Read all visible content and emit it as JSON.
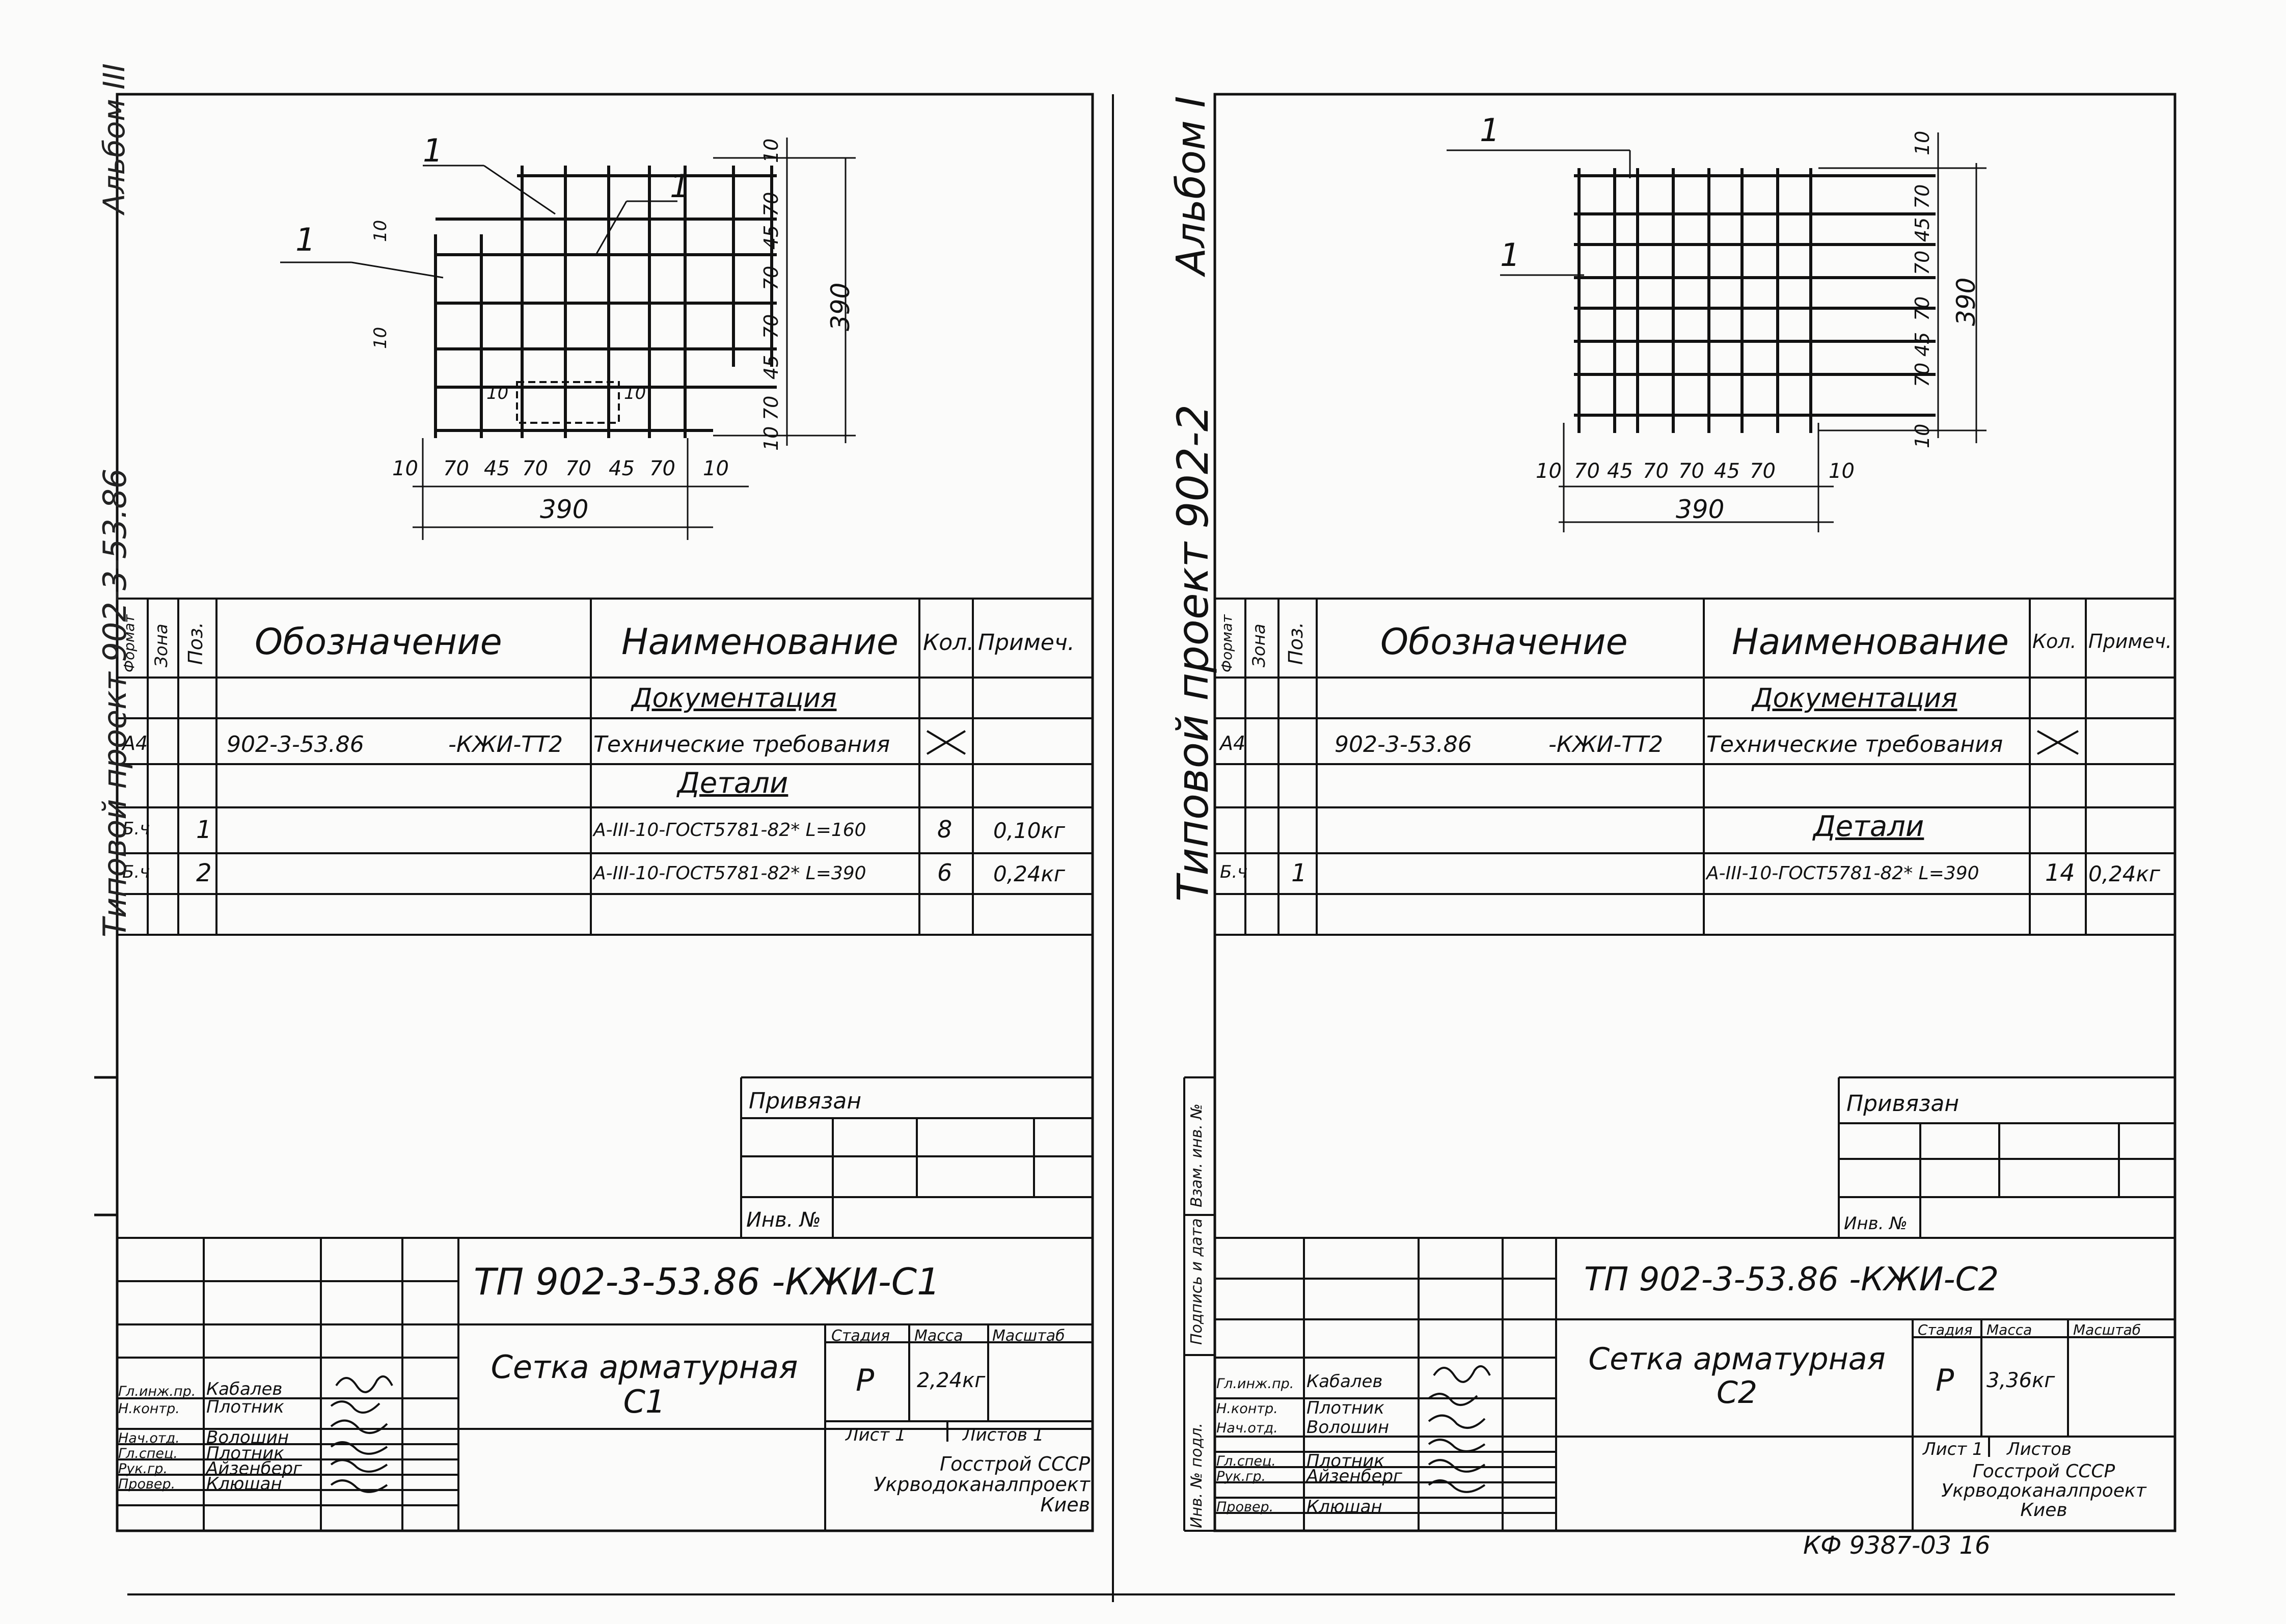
{
  "vertical_title": "Типовой проект 902-2",
  "album": "Альбом I",
  "left_margin_title": "Типовой проект 902-3-53.86",
  "left_margin_album": "Альбом III",
  "side_stamp": {
    "inv_podl": "Инв. № подл.",
    "podpis_data": "Подпись и дата",
    "vzam_inv": "Взам. инв. №"
  },
  "sheet_code": "КФ 9387-03  16",
  "sheets": [
    {
      "mark_1a": "1",
      "mark_1b": "1",
      "mark_1c": "1",
      "dims_h": [
        "10",
        "70",
        "45",
        "70",
        "70",
        "45",
        "70",
        "10"
      ],
      "dims_v": [
        "10",
        "70",
        "45",
        "70",
        "70",
        "45",
        "70",
        "10"
      ],
      "small_10": [
        "10",
        "10",
        "10",
        "10"
      ],
      "overall_h": "390",
      "overall_v": "390",
      "headers": {
        "format": "Формат",
        "zona": "Зона",
        "poz": "Поз.",
        "oboznachenie": "Обозначение",
        "naimenovanie": "Наименование",
        "kol": "Кол.",
        "primech": "Примеч."
      },
      "section_doc": "Документация",
      "doc_row": {
        "format": "А4",
        "code": "902-3-53.86",
        "suffix": "-КЖИ-ТТ2",
        "name": "Технические требования",
        "kol": "✕"
      },
      "section_det": "Детали",
      "rows": [
        {
          "format": "Б.ч",
          "poz": "1",
          "name": "А-III-10-ГОСТ5781-82* L=160",
          "kol": "8",
          "primech": "0,10кг"
        },
        {
          "format": "Б.ч",
          "poz": "2",
          "name": "А-III-10-ГОСТ5781-82* L=390",
          "kol": "6",
          "primech": "0,24кг"
        }
      ],
      "privyazan": "Привязан",
      "inv_no": "Инв. №",
      "doc_code": "ТП 902-3-53.86   -КЖИ-С1",
      "item_name": "Сетка арматурная С1",
      "stadiya_h": "Стадия",
      "massa_h": "Масса",
      "masshtab_h": "Масштаб",
      "stadiya": "Р",
      "massa": "2,24кг",
      "list": "Лист 1",
      "listov": "Листов 1",
      "org": "Госстрой СССР Укрводоканалпроект Киев",
      "staff": [
        {
          "role": "Гл.инж.пр.",
          "name": "Кабалев"
        },
        {
          "role": "Н.контр.",
          "name": "Плотник"
        },
        {
          "role": "Нач.отд.",
          "name": "Волошин"
        },
        {
          "role": "Гл.спец.",
          "name": "Плотник"
        },
        {
          "role": "Рук.гр.",
          "name": "Айзенберг"
        },
        {
          "role": "Провер.",
          "name": "Клюшан"
        }
      ]
    },
    {
      "mark_1a": "1",
      "mark_1b": "1",
      "dims_h": [
        "10",
        "70",
        "45",
        "70",
        "70",
        "45",
        "70",
        "10"
      ],
      "dims_v": [
        "10",
        "70",
        "45",
        "70",
        "70",
        "45",
        "70",
        "10"
      ],
      "overall_h": "390",
      "overall_v": "390",
      "headers": {
        "format": "Формат",
        "zona": "Зона",
        "poz": "Поз.",
        "oboznachenie": "Обозначение",
        "naimenovanie": "Наименование",
        "kol": "Кол.",
        "primech": "Примеч."
      },
      "section_doc": "Документация",
      "doc_row": {
        "format": "А4",
        "code": "902-3-53.86",
        "suffix": "-КЖИ-ТТ2",
        "name": "Технические требования",
        "kol": "✕"
      },
      "section_det": "Детали",
      "rows": [
        {
          "format": "Б.ч",
          "poz": "1",
          "name": "А-III-10-ГОСТ5781-82* L=390",
          "kol": "14",
          "primech": "0,24кг"
        }
      ],
      "privyazan": "Привязан",
      "inv_no": "Инв. №",
      "doc_code": "ТП 902-3-53.86   -КЖИ-С2",
      "item_name": "Сетка арматурная С2",
      "stadiya_h": "Стадия",
      "massa_h": "Масса",
      "masshtab_h": "Масштаб",
      "stadiya": "Р",
      "massa": "3,36кг",
      "list": "Лист 1",
      "listov": "Листов",
      "org": "Госстрой СССР Укрводоканалпроект Киев",
      "staff": [
        {
          "role": "Гл.инж.пр.",
          "name": "Кабалев"
        },
        {
          "role": "Н.контр.",
          "name": "Плотник"
        },
        {
          "role": "Нач.отд.",
          "name": "Волошин"
        },
        {
          "role": "Гл.спец.",
          "name": "Плотник"
        },
        {
          "role": "Рук.гр.",
          "name": "Айзенберг"
        },
        {
          "role": "Провер.",
          "name": "Клюшан"
        }
      ]
    }
  ]
}
